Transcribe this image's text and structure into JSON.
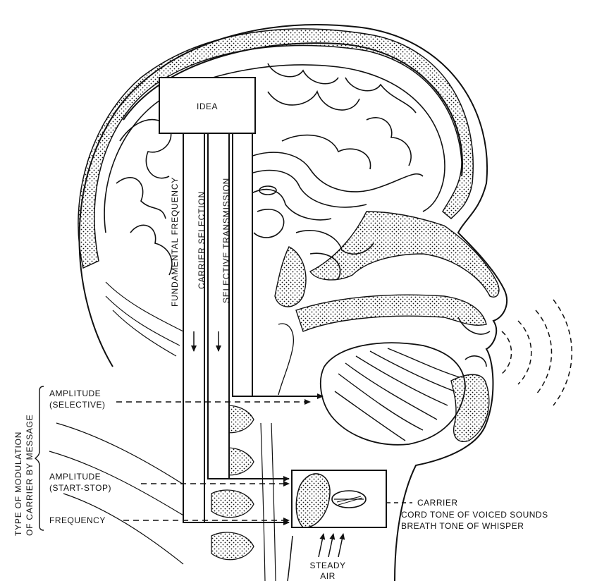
{
  "idea_label": "IDEA",
  "pathways": {
    "fundamental_frequency": "FUNDAMENTAL FREQUENCY",
    "carrier_selection": "CARRIER SELECTION",
    "selective_transmission": "SELECTIVE TRANSMISSION"
  },
  "modulation_group": {
    "line1": "TYPE OF MODULATION",
    "line2": "OF CARRIER BY MESSAGE"
  },
  "modulation_types": {
    "amplitude_selective_1": "AMPLITUDE",
    "amplitude_selective_2": "(SELECTIVE)",
    "amplitude_startstop_1": "AMPLITUDE",
    "amplitude_startstop_2": "(START-STOP)",
    "frequency": "FREQUENCY"
  },
  "carrier": {
    "title": "CARRIER",
    "line1": "CORD TONE OF VOICED SOUNDS",
    "line2": "BREATH TONE OF WHISPER"
  },
  "air": {
    "line1": "STEADY",
    "line2": "AIR"
  },
  "colors": {
    "ink": "#111111",
    "paper": "#ffffff"
  }
}
